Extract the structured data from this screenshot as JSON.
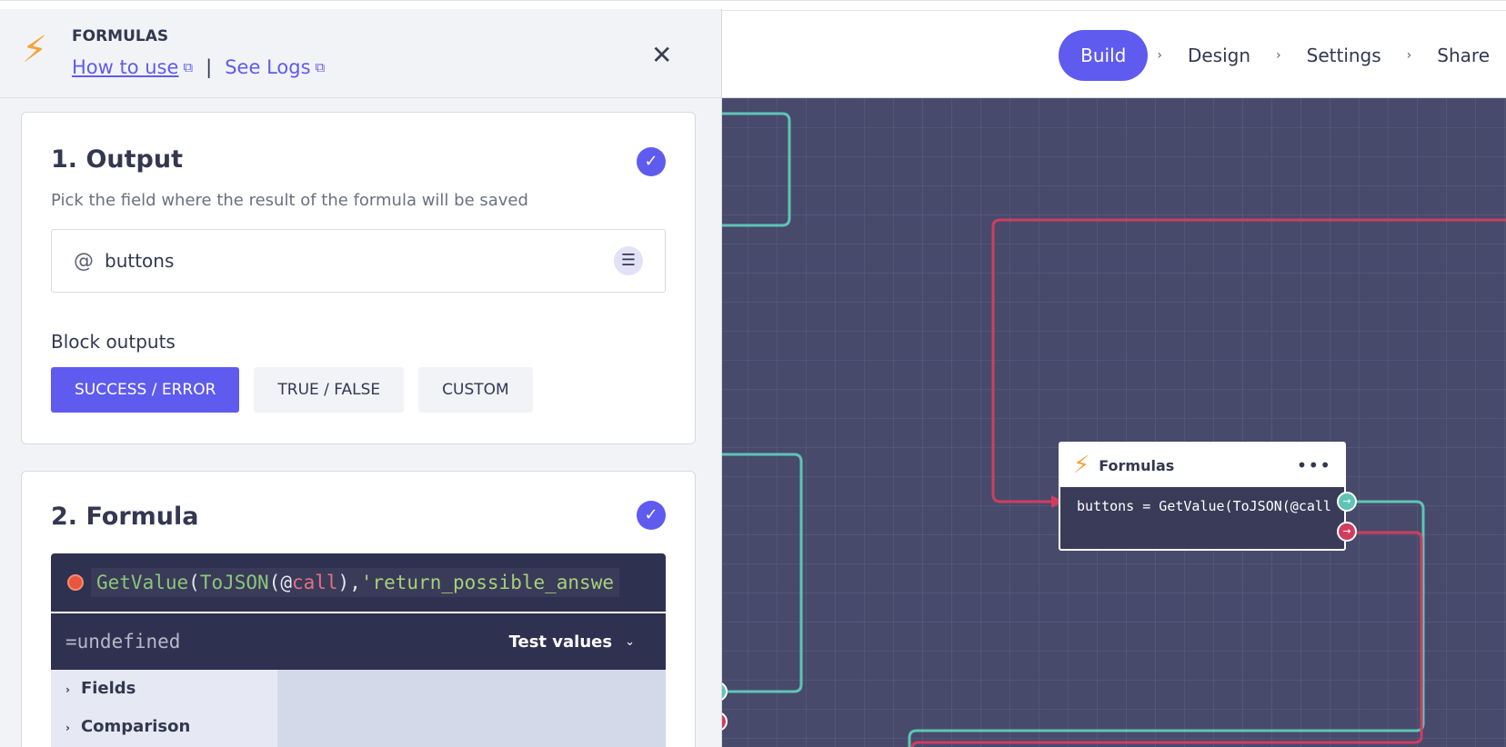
{
  "panel": {
    "title": "FORMULAS",
    "how_to_use": "How to use",
    "separator": "|",
    "see_logs": "See Logs",
    "close": "✕"
  },
  "steps": [
    {
      "label": "Build",
      "active": true
    },
    {
      "label": "Design"
    },
    {
      "label": "Settings"
    },
    {
      "label": "Share"
    }
  ],
  "output_section": {
    "title": "1. Output",
    "subtitle": "Pick the field where the result of the formula will be saved",
    "field_prefix": "@",
    "field_value": "buttons",
    "block_outputs_label": "Block outputs",
    "block_outputs": [
      "SUCCESS / ERROR",
      "TRUE / FALSE",
      "CUSTOM"
    ],
    "selected_output": "SUCCESS / ERROR"
  },
  "formula_section": {
    "title": "2. Formula",
    "tokens": {
      "fn1": "GetValue",
      "p1": "(",
      "fn2": "ToJSON",
      "p2": "(@",
      "var": "call",
      "p3": "),",
      "str": "'return_possible_answe"
    },
    "result": "=undefined",
    "test_values": "Test values",
    "categories": [
      "Fields",
      "Comparison"
    ]
  },
  "node": {
    "title": "Formulas",
    "more": "•••",
    "formula": "buttons = GetValue(ToJSON(@call"
  },
  "colors": {
    "accent": "#5f5bef",
    "canvas": "#474a6b",
    "success": "#5fc4b5",
    "error": "#cf3d5f",
    "bolt": "#f3a43a"
  },
  "icons": {
    "panel_icon": "bolt-icon",
    "external": "external-link-icon",
    "close": "close-icon",
    "check": "check-circle-icon",
    "list": "list-icon",
    "node_menu": "more-horizontal-icon"
  }
}
